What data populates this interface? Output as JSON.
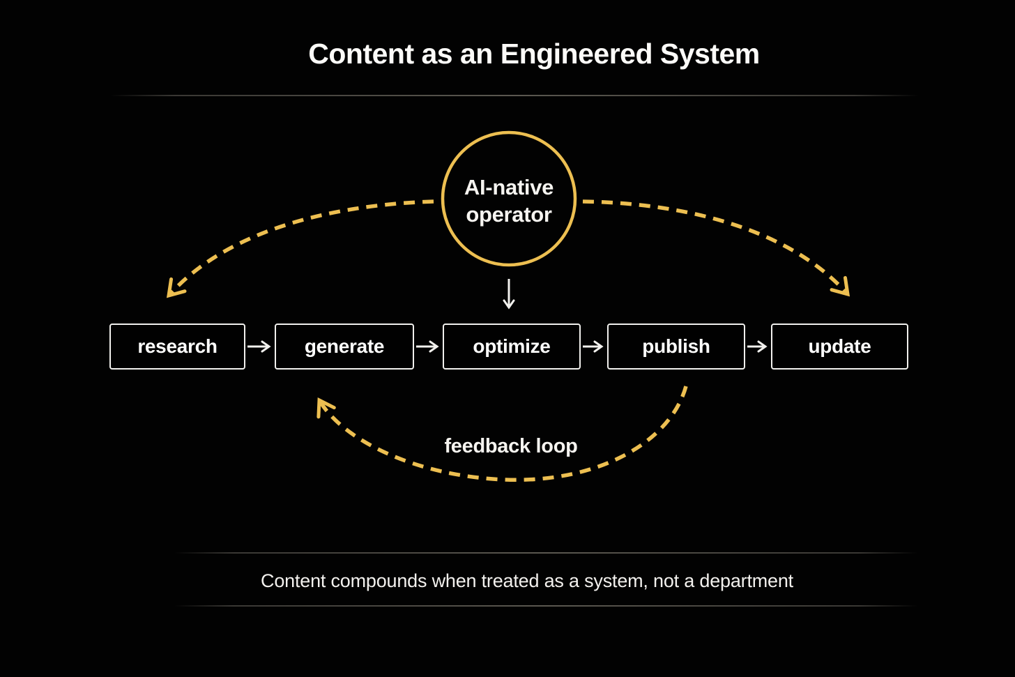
{
  "title": "Content as an Engineered System",
  "operator": {
    "line1": "AI-native",
    "line2": "operator"
  },
  "pipeline": {
    "stages": [
      "research",
      "generate",
      "optimize",
      "publish",
      "update"
    ]
  },
  "feedback": {
    "label": "feedback loop"
  },
  "caption": "Content compounds when treated as a system, not a department",
  "colors": {
    "background": "#020202",
    "accent_gold": "#edbf51",
    "text_white": "#f6f4f0",
    "divider_gray": "#55524b"
  }
}
